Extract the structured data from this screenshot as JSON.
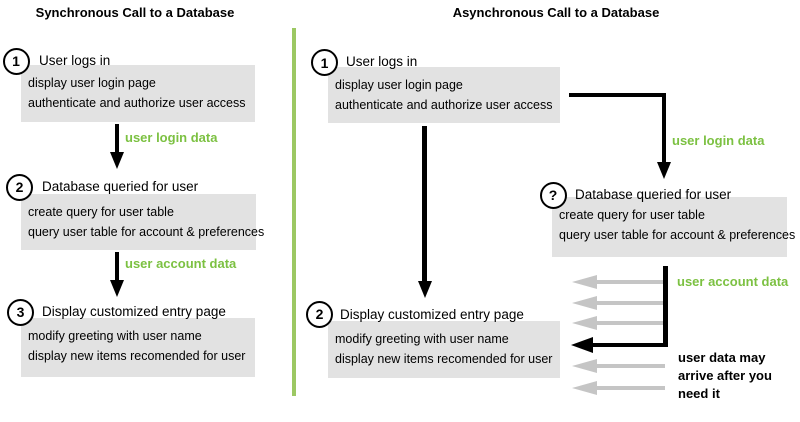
{
  "left": {
    "title": "Synchronous Call to a Database",
    "steps": [
      {
        "num": "1",
        "heading": "User logs in",
        "lines": [
          "display user login page",
          "authenticate and authorize user access"
        ]
      },
      {
        "num": "2",
        "heading": "Database queried for user",
        "lines": [
          "create query for user table",
          "query user table for account & preferences"
        ]
      },
      {
        "num": "3",
        "heading": "Display customized entry page",
        "lines": [
          "modify greeting with user name",
          "display new items recomended for user"
        ]
      }
    ],
    "labels": [
      "user login data",
      "user account data"
    ]
  },
  "right": {
    "title": "Asynchronous Call to a Database",
    "steps": [
      {
        "num": "1",
        "heading": "User logs in",
        "lines": [
          "display user login page",
          "authenticate and authorize user access"
        ]
      },
      {
        "num": "?",
        "heading": "Database queried for user",
        "lines": [
          "create query for user table",
          "query user table for account & preferences"
        ]
      },
      {
        "num": "2",
        "heading": "Display customized entry page",
        "lines": [
          "modify greeting with user name",
          "display new items recomended for user"
        ]
      }
    ],
    "labels": [
      "user login data",
      "user account data"
    ],
    "annotation": [
      "user data may",
      "arrive after you",
      "need it"
    ]
  },
  "colors": {
    "box_gray": "#e2e2e2",
    "arrow_gray": "#c5c5c5",
    "label_green": "#7cc142",
    "divider_green": "#9cc863",
    "ink": "#000000"
  }
}
